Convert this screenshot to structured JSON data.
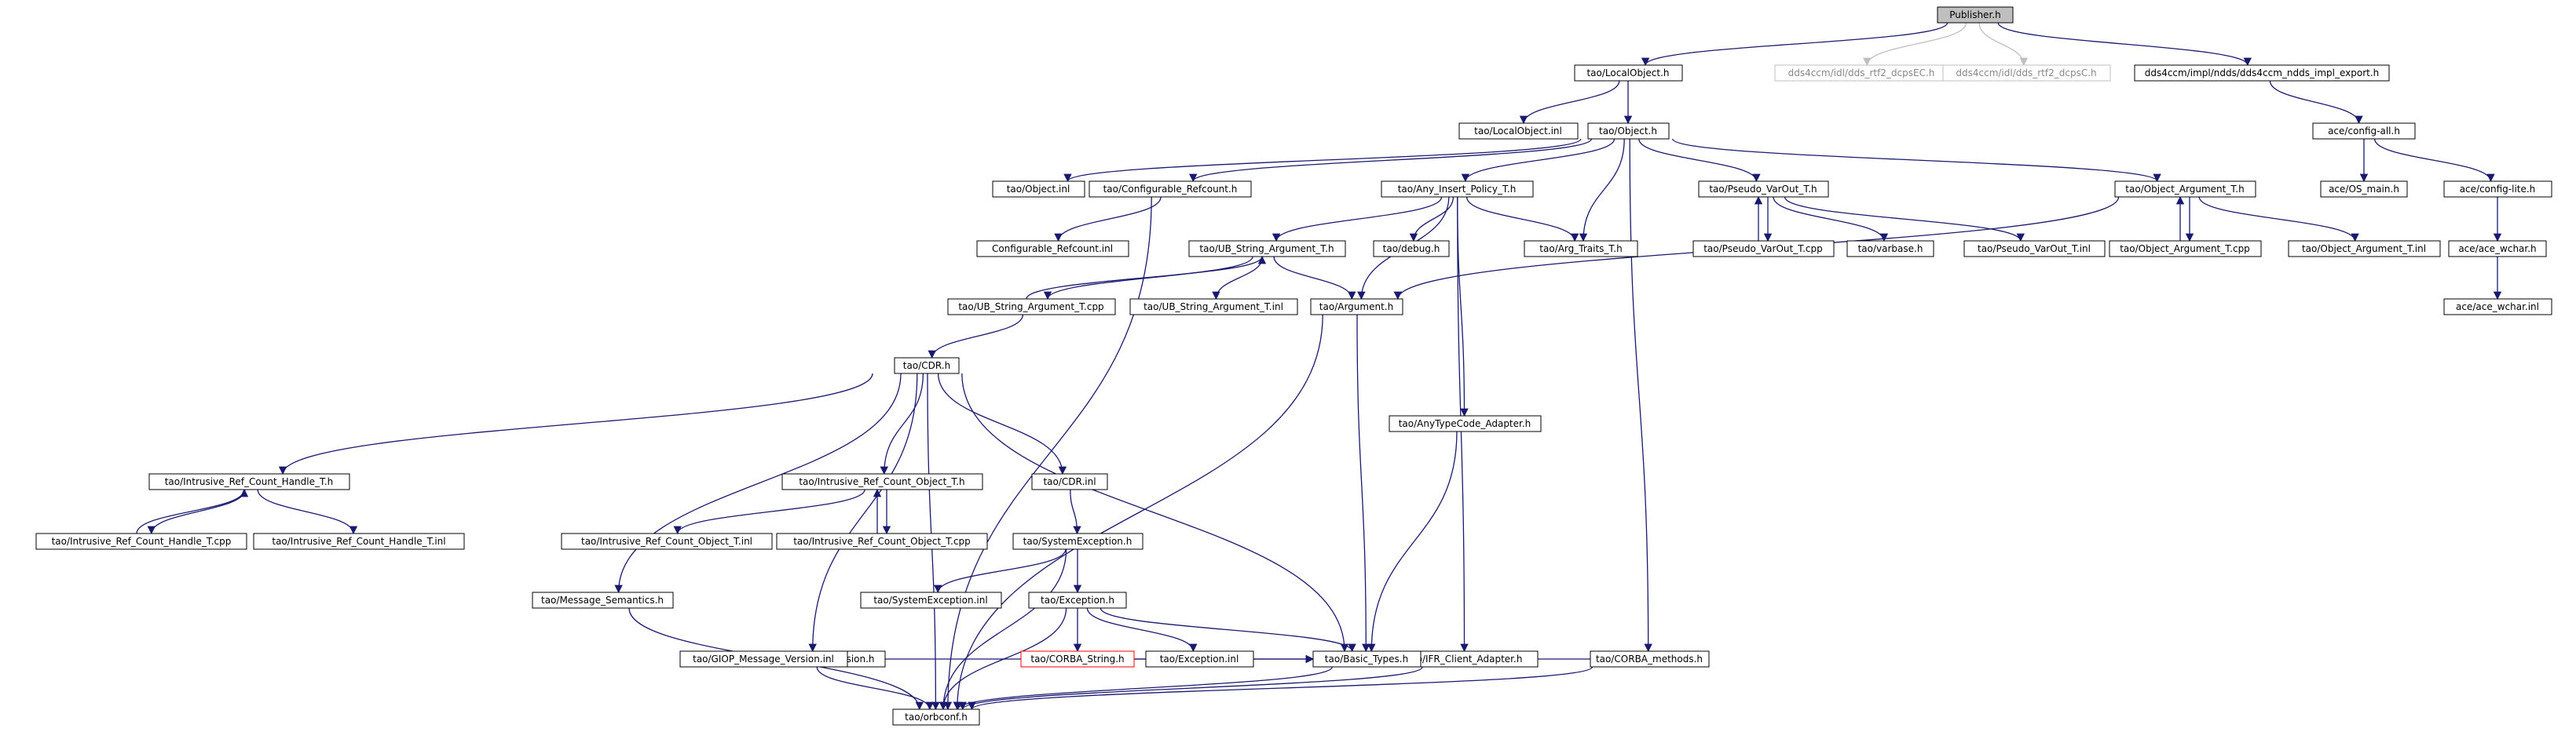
{
  "diagram": {
    "colors": {
      "edge": "#191970",
      "edge_external": "#bfbfbf",
      "box_border": "#000000",
      "box_border_external": "#bfbfbf",
      "box_border_missing": "#ff0000",
      "root_fill": "#bfbfbf"
    },
    "nodes": [
      {
        "id": "publisher_h",
        "label": "Publisher.h",
        "style": "root"
      },
      {
        "id": "tao_localobject_h",
        "label": "tao/LocalObject.h"
      },
      {
        "id": "dcpsec_h",
        "label": "dds4ccm/idl/dds_rtf2_dcpsEC.h",
        "style": "grey"
      },
      {
        "id": "dcpsc_h",
        "label": "dds4ccm/idl/dds_rtf2_dcpsC.h",
        "style": "grey"
      },
      {
        "id": "ndds_export_h",
        "label": "dds4ccm/impl/ndds/dds4ccm_ndds_impl_export.h"
      },
      {
        "id": "tao_localobject_inl",
        "label": "tao/LocalObject.inl"
      },
      {
        "id": "tao_object_h",
        "label": "tao/Object.h"
      },
      {
        "id": "ace_config_all_h",
        "label": "ace/config-all.h"
      },
      {
        "id": "tao_object_inl",
        "label": "tao/Object.inl"
      },
      {
        "id": "tao_configurable_refcount_h",
        "label": "tao/Configurable_Refcount.h"
      },
      {
        "id": "tao_any_insert_policy_h",
        "label": "tao/Any_Insert_Policy_T.h"
      },
      {
        "id": "tao_pseudo_varout_h",
        "label": "tao/Pseudo_VarOut_T.h"
      },
      {
        "id": "tao_object_argument_h",
        "label": "tao/Object_Argument_T.h"
      },
      {
        "id": "ace_os_main_h",
        "label": "ace/OS_main.h"
      },
      {
        "id": "ace_config_lite_h",
        "label": "ace/config-lite.h"
      },
      {
        "id": "configurable_refcount_inl",
        "label": "Configurable_Refcount.inl"
      },
      {
        "id": "tao_ub_string_argument_h",
        "label": "tao/UB_String_Argument_T.h"
      },
      {
        "id": "tao_debug_h",
        "label": "tao/debug.h"
      },
      {
        "id": "tao_arg_traits_h",
        "label": "tao/Arg_Traits_T.h"
      },
      {
        "id": "tao_pseudo_varout_cpp",
        "label": "tao/Pseudo_VarOut_T.cpp"
      },
      {
        "id": "tao_varbase_h",
        "label": "tao/varbase.h"
      },
      {
        "id": "tao_pseudo_varout_inl",
        "label": "tao/Pseudo_VarOut_T.inl"
      },
      {
        "id": "tao_object_argument_cpp",
        "label": "tao/Object_Argument_T.cpp"
      },
      {
        "id": "tao_object_argument_inl",
        "label": "tao/Object_Argument_T.inl"
      },
      {
        "id": "ace_ace_wchar_h",
        "label": "ace/ace_wchar.h"
      },
      {
        "id": "tao_ub_string_argument_cpp",
        "label": "tao/UB_String_Argument_T.cpp"
      },
      {
        "id": "tao_ub_string_argument_inl",
        "label": "tao/UB_String_Argument_T.inl"
      },
      {
        "id": "tao_argument_h",
        "label": "tao/Argument.h"
      },
      {
        "id": "ace_ace_wchar_inl",
        "label": "ace/ace_wchar.inl"
      },
      {
        "id": "tao_cdr_h",
        "label": "tao/CDR.h"
      },
      {
        "id": "tao_anytypecode_adapter_h",
        "label": "tao/AnyTypeCode_Adapter.h"
      },
      {
        "id": "tao_intrusive_handle_h",
        "label": "tao/Intrusive_Ref_Count_Handle_T.h"
      },
      {
        "id": "tao_intrusive_object_h",
        "label": "tao/Intrusive_Ref_Count_Object_T.h"
      },
      {
        "id": "tao_cdr_inl",
        "label": "tao/CDR.inl"
      },
      {
        "id": "tao_intrusive_handle_cpp",
        "label": "tao/Intrusive_Ref_Count_Handle_T.cpp"
      },
      {
        "id": "tao_intrusive_handle_inl",
        "label": "tao/Intrusive_Ref_Count_Handle_T.inl"
      },
      {
        "id": "tao_intrusive_object_inl",
        "label": "tao/Intrusive_Ref_Count_Object_T.inl"
      },
      {
        "id": "tao_intrusive_object_cpp",
        "label": "tao/Intrusive_Ref_Count_Object_T.cpp"
      },
      {
        "id": "tao_systemexception_h",
        "label": "tao/SystemException.h"
      },
      {
        "id": "tao_message_semantics_h",
        "label": "tao/Message_Semantics.h"
      },
      {
        "id": "tao_systemexception_inl",
        "label": "tao/SystemException.inl"
      },
      {
        "id": "tao_exception_h",
        "label": "tao/Exception.h"
      },
      {
        "id": "tao_giop_message_version_h",
        "label": "tao/GIOP_Message_Version.h"
      },
      {
        "id": "tao_corba_string_h",
        "label": "tao/CORBA_String.h",
        "style": "red"
      },
      {
        "id": "tao_exception_inl",
        "label": "tao/Exception.inl"
      },
      {
        "id": "tao_ifr_client_adapter_h",
        "label": "tao/IFR_Client_Adapter.h"
      },
      {
        "id": "tao_corba_methods_h",
        "label": "tao/CORBA_methods.h"
      },
      {
        "id": "tao_giop_message_version_inl",
        "label": "tao/GIOP_Message_Version.inl"
      },
      {
        "id": "tao_basic_types_h",
        "label": "tao/Basic_Types.h"
      },
      {
        "id": "tao_orbconf_h",
        "label": "tao/orbconf.h"
      }
    ],
    "edges": [
      [
        "publisher_h",
        "tao_localobject_h"
      ],
      [
        "publisher_h",
        "dcpsec_h"
      ],
      [
        "publisher_h",
        "dcpsc_h"
      ],
      [
        "publisher_h",
        "ndds_export_h"
      ],
      [
        "tao_localobject_h",
        "tao_localobject_inl"
      ],
      [
        "tao_localobject_h",
        "tao_object_h"
      ],
      [
        "ndds_export_h",
        "ace_config_all_h"
      ],
      [
        "ace_config_all_h",
        "ace_os_main_h"
      ],
      [
        "ace_config_all_h",
        "ace_config_lite_h"
      ],
      [
        "ace_config_lite_h",
        "ace_ace_wchar_h"
      ],
      [
        "ace_ace_wchar_h",
        "ace_ace_wchar_inl"
      ],
      [
        "tao_object_h",
        "tao_object_inl"
      ],
      [
        "tao_object_h",
        "tao_configurable_refcount_h"
      ],
      [
        "tao_object_h",
        "tao_any_insert_policy_h"
      ],
      [
        "tao_object_h",
        "tao_arg_traits_h"
      ],
      [
        "tao_object_h",
        "tao_pseudo_varout_h"
      ],
      [
        "tao_object_h",
        "tao_object_argument_h"
      ],
      [
        "tao_object_h",
        "tao_corba_methods_h"
      ],
      [
        "tao_configurable_refcount_h",
        "configurable_refcount_inl"
      ],
      [
        "tao_configurable_refcount_h",
        "tao_orbconf_h"
      ],
      [
        "tao_any_insert_policy_h",
        "tao_ub_string_argument_h"
      ],
      [
        "tao_any_insert_policy_h",
        "tao_debug_h"
      ],
      [
        "tao_any_insert_policy_h",
        "tao_arg_traits_h"
      ],
      [
        "tao_any_insert_policy_h",
        "tao_argument_h"
      ],
      [
        "tao_any_insert_policy_h",
        "tao_anytypecode_adapter_h"
      ],
      [
        "tao_any_insert_policy_h",
        "tao_ifr_client_adapter_h"
      ],
      [
        "tao_pseudo_varout_h",
        "tao_pseudo_varout_cpp"
      ],
      [
        "tao_pseudo_varout_cpp",
        "tao_pseudo_varout_h"
      ],
      [
        "tao_pseudo_varout_h",
        "tao_varbase_h"
      ],
      [
        "tao_pseudo_varout_h",
        "tao_pseudo_varout_inl"
      ],
      [
        "tao_object_argument_h",
        "tao_object_argument_cpp"
      ],
      [
        "tao_object_argument_cpp",
        "tao_object_argument_h"
      ],
      [
        "tao_object_argument_h",
        "tao_object_argument_inl"
      ],
      [
        "tao_object_argument_h",
        "tao_argument_h"
      ],
      [
        "tao_ub_string_argument_h",
        "tao_ub_string_argument_cpp"
      ],
      [
        "tao_ub_string_argument_cpp",
        "tao_ub_string_argument_h"
      ],
      [
        "tao_ub_string_argument_h",
        "tao_ub_string_argument_inl"
      ],
      [
        "tao_ub_string_argument_h",
        "tao_argument_h"
      ],
      [
        "tao_ub_string_argument_cpp",
        "tao_cdr_h"
      ],
      [
        "tao_argument_h",
        "tao_basic_types_h"
      ],
      [
        "tao_argument_h",
        "tao_orbconf_h"
      ],
      [
        "tao_anytypecode_adapter_h",
        "tao_basic_types_h"
      ],
      [
        "tao_cdr_h",
        "tao_intrusive_handle_h"
      ],
      [
        "tao_cdr_h",
        "tao_intrusive_object_h"
      ],
      [
        "tao_cdr_h",
        "tao_cdr_inl"
      ],
      [
        "tao_cdr_h",
        "tao_message_semantics_h"
      ],
      [
        "tao_cdr_h",
        "tao_giop_message_version_h"
      ],
      [
        "tao_cdr_h",
        "tao_basic_types_h"
      ],
      [
        "tao_cdr_h",
        "tao_orbconf_h"
      ],
      [
        "tao_intrusive_handle_h",
        "tao_intrusive_handle_cpp"
      ],
      [
        "tao_intrusive_handle_cpp",
        "tao_intrusive_handle_h"
      ],
      [
        "tao_intrusive_handle_h",
        "tao_intrusive_handle_inl"
      ],
      [
        "tao_intrusive_object_h",
        "tao_intrusive_object_inl"
      ],
      [
        "tao_intrusive_object_h",
        "tao_intrusive_object_cpp"
      ],
      [
        "tao_intrusive_object_cpp",
        "tao_intrusive_object_h"
      ],
      [
        "tao_cdr_inl",
        "tao_systemexception_h"
      ],
      [
        "tao_systemexception_h",
        "tao_systemexception_inl"
      ],
      [
        "tao_systemexception_h",
        "tao_exception_h"
      ],
      [
        "tao_systemexception_h",
        "tao_orbconf_h"
      ],
      [
        "tao_exception_h",
        "tao_corba_string_h"
      ],
      [
        "tao_exception_h",
        "tao_exception_inl"
      ],
      [
        "tao_exception_h",
        "tao_basic_types_h"
      ],
      [
        "tao_exception_h",
        "tao_orbconf_h"
      ],
      [
        "tao_corba_string_h",
        "tao_basic_types_h"
      ],
      [
        "tao_message_semantics_h",
        "tao_orbconf_h"
      ],
      [
        "tao_giop_message_version_h",
        "tao_giop_message_version_inl"
      ],
      [
        "tao_giop_message_version_h",
        "tao_basic_types_h"
      ],
      [
        "tao_giop_message_version_h",
        "tao_orbconf_h"
      ],
      [
        "tao_ifr_client_adapter_h",
        "tao_basic_types_h"
      ],
      [
        "tao_ifr_client_adapter_h",
        "tao_orbconf_h"
      ],
      [
        "tao_corba_methods_h",
        "tao_basic_types_h"
      ],
      [
        "tao_corba_methods_h",
        "tao_orbconf_h"
      ],
      [
        "tao_basic_types_h",
        "tao_orbconf_h"
      ]
    ]
  }
}
